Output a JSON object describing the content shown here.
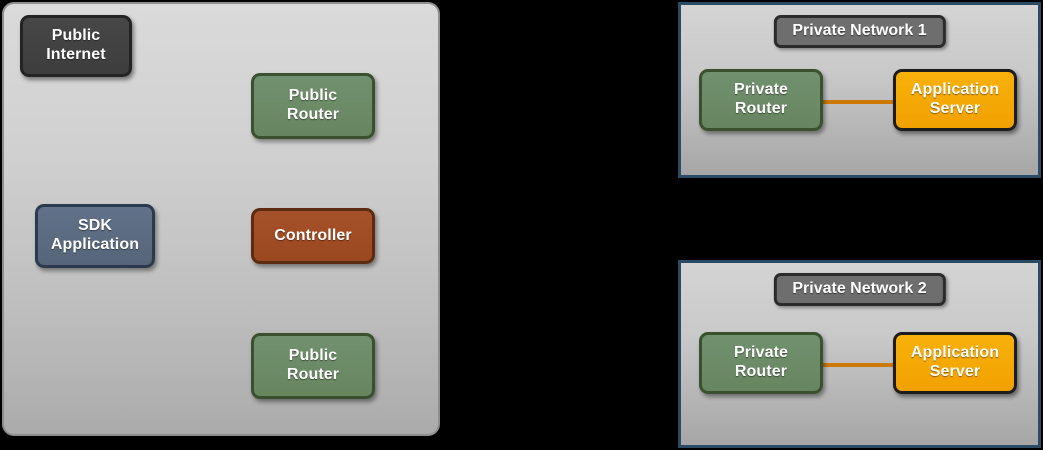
{
  "background_color": "#000000",
  "palette": {
    "public_cloud_border": "#8e8e8e",
    "private_panel_border": "#2b4a63",
    "panel_title_fill": "#6e6e6e",
    "internet_fill": "#414141",
    "sdk_fill": "#5a6b80",
    "router_fill": "#6b8e6b",
    "controller_fill": "#9c4a22",
    "appserver_fill": "#f5a800",
    "link_color": "#cd7a04",
    "node_text": "#ffffff"
  },
  "public_cloud": {
    "name": "public-cloud-region",
    "nodes": [
      {
        "id": "public-internet",
        "label": "Public\nInternet"
      },
      {
        "id": "public-router-top",
        "label": "Public\nRouter"
      },
      {
        "id": "sdk-application",
        "label": "SDK\nApplication"
      },
      {
        "id": "controller",
        "label": "Controller"
      },
      {
        "id": "public-router-bottom",
        "label": "Public\nRouter"
      }
    ]
  },
  "private_networks": [
    {
      "id": "private-network-1",
      "title": "Private Network 1",
      "nodes": [
        {
          "id": "private-router-1",
          "label": "Private\nRouter"
        },
        {
          "id": "application-server-1",
          "label": "Application\nServer"
        }
      ],
      "links": [
        {
          "from": "private-router-1",
          "to": "application-server-1"
        }
      ]
    },
    {
      "id": "private-network-2",
      "title": "Private Network 2",
      "nodes": [
        {
          "id": "private-router-2",
          "label": "Private\nRouter"
        },
        {
          "id": "application-server-2",
          "label": "Application\nServer"
        }
      ],
      "links": [
        {
          "from": "private-router-2",
          "to": "application-server-2"
        }
      ]
    }
  ]
}
